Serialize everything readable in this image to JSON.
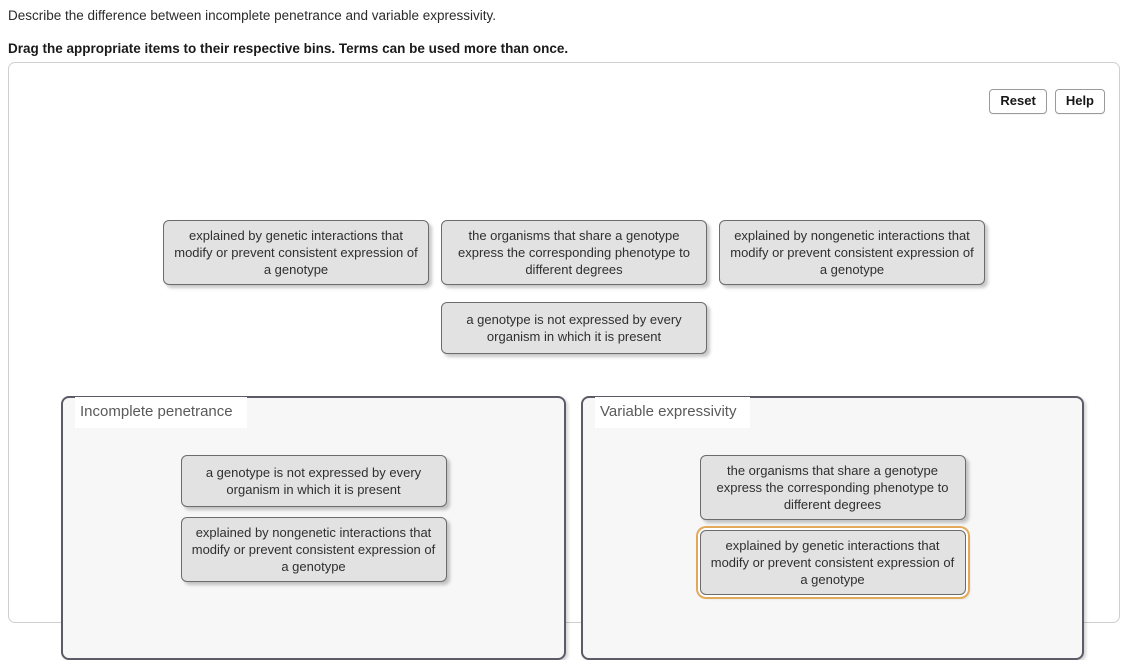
{
  "prompt": {
    "question": "Describe the difference between incomplete penetrance and variable expressivity.",
    "instruction": "Drag the appropriate items to their respective bins. Terms can be used more than once."
  },
  "toolbar": {
    "reset_label": "Reset",
    "help_label": "Help"
  },
  "source_bank": {
    "tiles": [
      {
        "id": "genetic-interactions",
        "text": "explained by genetic interactions that modify or prevent consistent expression of a genotype"
      },
      {
        "id": "share-genotype-degrees",
        "text": "the organisms that share a genotype express the corresponding phenotype to different degrees"
      },
      {
        "id": "nongenetic-interactions",
        "text": "explained by nongenetic interactions that modify or prevent consistent expression of a genotype"
      },
      {
        "id": "not-expressed-every-organism",
        "text": "a genotype is not expressed by every organism in which it is present"
      }
    ]
  },
  "bins": [
    {
      "id": "incomplete-penetrance",
      "label": "Incomplete penetrance",
      "items": [
        {
          "id": "not-expressed-every-organism",
          "text": "a genotype is not expressed by every organism in which it is present",
          "selected": false
        },
        {
          "id": "nongenetic-interactions",
          "text": "explained by nongenetic interactions that modify or prevent consistent expression of a genotype",
          "selected": false
        }
      ]
    },
    {
      "id": "variable-expressivity",
      "label": "Variable expressivity",
      "items": [
        {
          "id": "share-genotype-degrees",
          "text": "the organisms that share a genotype express the corresponding phenotype to different degrees",
          "selected": false
        },
        {
          "id": "genetic-interactions",
          "text": "explained by genetic interactions that modify or prevent consistent expression of a genotype",
          "selected": true
        }
      ]
    }
  ],
  "colors": {
    "tile_fill": "#e2e2e2",
    "tile_border": "#6c6c6c",
    "bin_border": "#5c5c69",
    "bin_fill": "#f7f7f7",
    "selected_ring": "#e3a95a",
    "panel_border": "#cfcfcf"
  }
}
